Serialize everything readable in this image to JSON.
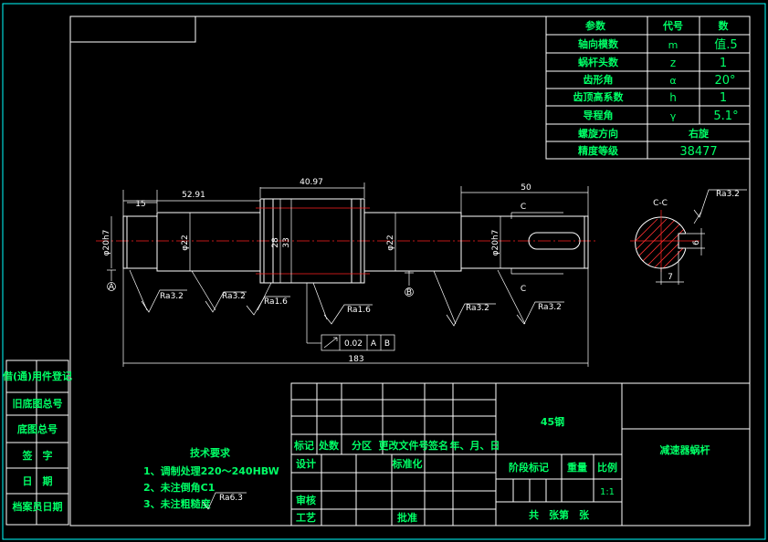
{
  "colors": {
    "border": "#00ffff",
    "text": "#00ff66",
    "centerline": "#ff2020",
    "hatch": "#ff3030",
    "dimension": "#ffffff"
  },
  "param_table": {
    "header": [
      "参数",
      "代号",
      "数"
    ],
    "rows": [
      [
        "轴向模数",
        "m",
        "值.5"
      ],
      [
        "蜗杆头数",
        "z",
        "1"
      ],
      [
        "齿形角",
        "α",
        "20°"
      ],
      [
        "齿顶高系数",
        "h",
        "1"
      ],
      [
        "导程角",
        "γ",
        "5.1°"
      ]
    ],
    "footer": [
      [
        "螺旋方向",
        "右旋"
      ],
      [
        "精度等级",
        "38477"
      ]
    ]
  },
  "dimensions": {
    "len_15": "15",
    "len_5291": "52.91",
    "len_4097": "40.97",
    "len_50": "50",
    "len_183": "183",
    "dia_20h7_left": "φ20h7",
    "dia_22_left": "φ22",
    "dia_28": "28",
    "dia_33": "33",
    "dia_22_right": "φ22",
    "dia_20h7_right": "φ20h7",
    "key_depth": "6",
    "key_width": "7"
  },
  "roughness": {
    "r1": "Ra3.2",
    "r2": "Ra3.2",
    "r3": "Ra1.6",
    "r4": "Ra1.6",
    "r5": "Ra3.2",
    "r6": "Ra3.2",
    "section": "Ra3.2"
  },
  "tolerance": {
    "value": "0.02",
    "datum1": "A",
    "datum2": "B"
  },
  "datums": {
    "a": "A",
    "b": "B"
  },
  "section": {
    "label": "C-C",
    "cut_top": "C",
    "cut_bottom": "C"
  },
  "left_strip": [
    "借(通)用件登记",
    "旧底图总号",
    "底图总号",
    "签　字",
    "日　期",
    "档案员日期"
  ],
  "tech": {
    "title": "技术要求",
    "items": [
      "1、调制处理220～240HBW",
      "2、未注倒角C1",
      "3、未注粗糙度"
    ],
    "roughness": "Ra6.3"
  },
  "title_block": {
    "material": "45钢",
    "part_name": "减速器蜗杆",
    "row_labels": [
      "标记",
      "处数",
      "分区",
      "更改文件号",
      "签名",
      "年、月、日"
    ],
    "design": "设计",
    "standardize": "标准化",
    "review": "审核",
    "process": "工艺",
    "approve": "批准",
    "stage_mark": "阶段标记",
    "weight": "重量",
    "scale_label": "比例",
    "scale": "1:1",
    "sheets": "共　张第　张"
  }
}
